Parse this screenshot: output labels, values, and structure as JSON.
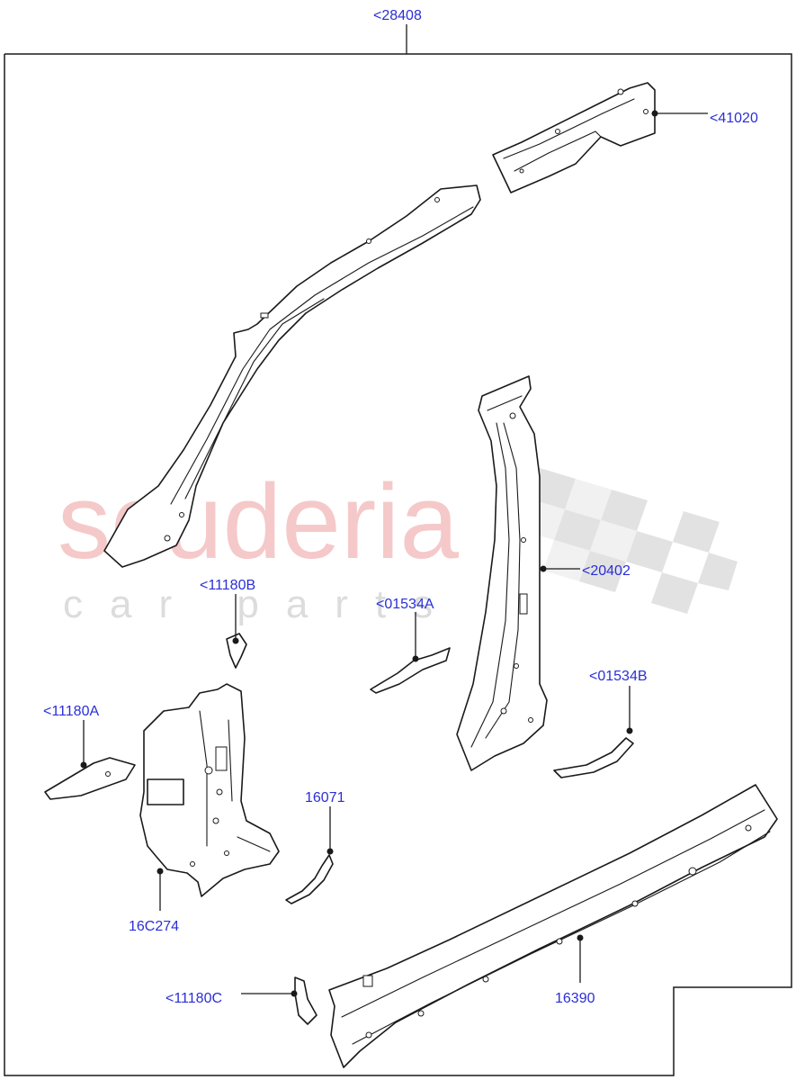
{
  "watermark": {
    "brand": "scuderia",
    "tagline": "car parts"
  },
  "callouts": {
    "frame": "<28408",
    "roof_rail_rear": "<41020",
    "b_pillar": "<20402",
    "bracket_a": "<11180A",
    "bracket_b": "<11180B",
    "bracket_c": "<11180C",
    "reinforcement_a": "<01534A",
    "reinforcement_b": "<01534B",
    "hinge_pillar": "16C274",
    "harness_clip": "16071",
    "sill": "16390"
  },
  "colors": {
    "callout_text": "#2a2fd6",
    "line": "#1a1a1a",
    "watermark_brand": "#f2b8b8",
    "watermark_flag": "#d0d0d0"
  }
}
